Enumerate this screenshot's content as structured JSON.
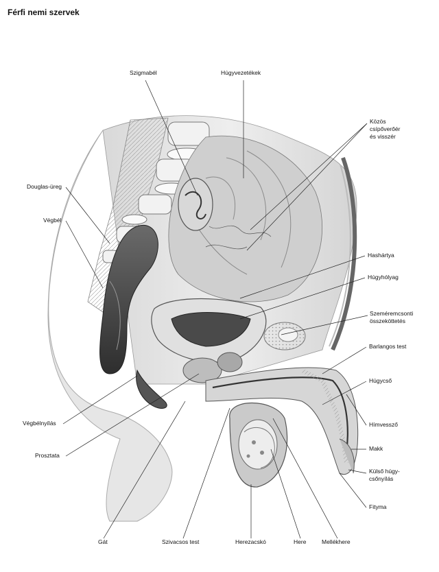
{
  "title": "Férfi nemi szervek",
  "labels": {
    "sigmoid": "Szigmabél",
    "ureters": "Húgyvezetékek",
    "iliac_line1": "Közös",
    "iliac_line2": "csípőverőér",
    "iliac_line3": "és visszér",
    "douglas": "Douglas-üreg",
    "rectum": "Végbél",
    "peritoneum": "Hashártya",
    "bladder": "Húgyhólyag",
    "symphysis_line1": "Szeméremcsonti",
    "symphysis_line2": "összeköttetés",
    "cavernous": "Barlangos test",
    "urethra": "Húgycső",
    "anus": "Végbélnyílás",
    "penis": "Hímvessző",
    "prostate": "Prosztata",
    "glans": "Makk",
    "meatus_line1": "Külső húgy-",
    "meatus_line2": "csőnyílás",
    "foreskin": "Fityma",
    "perineum": "Gát",
    "spongiosum": "Szivacsos test",
    "scrotum": "Herezacskó",
    "testis": "Here",
    "epididymis": "Mellékhere"
  }
}
